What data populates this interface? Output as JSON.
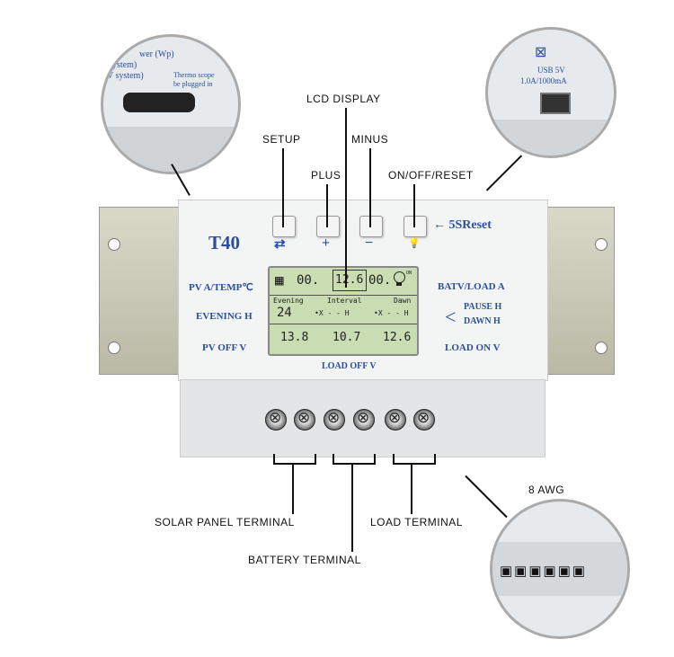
{
  "callouts": {
    "thermo": {
      "lines": [
        "wer (Wp)",
        "ystem)",
        "V system)",
        "Thermo scope",
        "be plugged in"
      ]
    },
    "usb": {
      "spec": "USB 5V",
      "current": "1.0A/1000mA"
    },
    "awg": {
      "label": "8 AWG"
    }
  },
  "labels": {
    "lcd_display": "LCD DISPLAY",
    "setup": "SETUP",
    "plus": "PLUS",
    "minus": "MINUS",
    "on_off_reset": "ON/OFF/RESET",
    "solar_panel_terminal": "SOLAR PANEL TERMINAL",
    "battery_terminal": "BATTERY TERMINAL",
    "load_terminal": "LOAD TERMINAL"
  },
  "device": {
    "model": "T40",
    "reset_hint": "← 5SReset",
    "button_symbols": [
      "⇄",
      "+",
      "−",
      "💡"
    ],
    "left_labels": [
      "PV A/TEMP℃",
      "EVENING H",
      "PV OFF V"
    ],
    "right_labels": [
      "BATV/LOAD A",
      "PAUSE H",
      "DAWN H",
      "LOAD ON V"
    ],
    "bottom_label": "LOAD OFF V"
  },
  "lcd": {
    "pv_current": "00.",
    "battery_value": "12.6",
    "load_current": "00.",
    "on": "ON",
    "evening": "Evening",
    "interval": "Interval",
    "dawn": "Dawn",
    "evening_hours": "24",
    "interval_value": "•X - - H",
    "dawn_value": "•X - - H",
    "pv_off": "13.8",
    "load_off": "10.7",
    "load_on": "12.6"
  }
}
